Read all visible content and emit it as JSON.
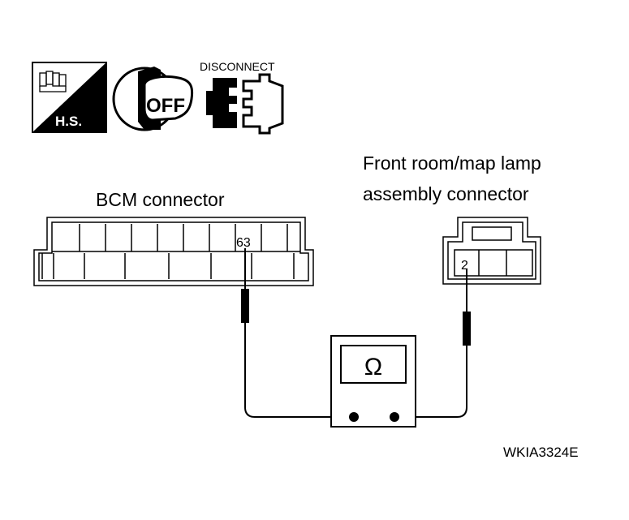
{
  "icons": {
    "harness_label": "H.S.",
    "ignition_label": "OFF",
    "disconnect_label": "DISCONNECT"
  },
  "bcm_connector": {
    "title": "BCM connector",
    "terminal": "63"
  },
  "lamp_connector": {
    "title_line1": "Front room/map lamp",
    "title_line2": "assembly connector",
    "terminal": "2"
  },
  "meter": {
    "symbol": "Ω"
  },
  "figure_code": "WKIA3324E"
}
